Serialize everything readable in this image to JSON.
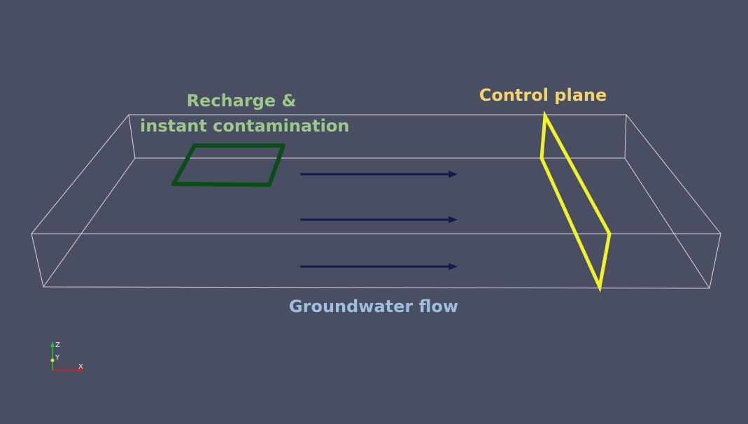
{
  "labels": {
    "recharge_line1": "Recharge &",
    "recharge_line2": "instant contamination",
    "control_plane": "Control plane",
    "groundwater_flow": "Groundwater flow"
  },
  "orientation_axes": {
    "x": "X",
    "y": "Y",
    "z": "Z"
  },
  "colors": {
    "background": "#4a4e62",
    "domain_outline": "#d7d8de",
    "recharge_area": "#0b4d16",
    "recharge_label": "#9cc989",
    "control_plane": "#f2f22a",
    "control_label": "#f5d36b",
    "flow_arrows": "#141c4e",
    "flow_label": "#9fbfe2",
    "axis_x": "#d21f1f",
    "axis_y": "#e6e62a",
    "axis_z": "#27c427"
  }
}
